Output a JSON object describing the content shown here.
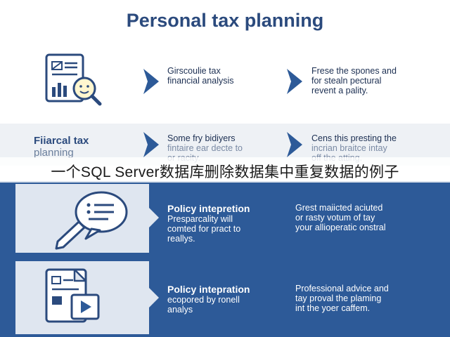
{
  "title": "Personal tax planning",
  "overlay_caption": "一个SQL Server数据库删除数据集中重复数据的例子",
  "row1": {
    "col2": [
      "Girscoulie tax",
      "financial analysis"
    ],
    "col3": [
      "Frese the spones and",
      "for stealn pectural",
      "revent a pality."
    ]
  },
  "row2": {
    "side_title": [
      "Fiiarcal tax",
      "planning"
    ],
    "col2": [
      "Some fry bidiyers",
      "fintaire ear decte to",
      "or racity."
    ],
    "col3": [
      "Cens this presting the",
      "incrian braitce intay",
      "off the atting."
    ]
  },
  "row3": {
    "title": "Policy intepretion",
    "col2": [
      "Presparcality will",
      "comted for pract to",
      "reallys."
    ],
    "col3": [
      "Grest maiicted aciuted",
      "or rasty votum of tay",
      "your allioperatic onstral"
    ]
  },
  "row4": {
    "title": "Policy intepration",
    "col2": [
      "ecopored by ronell",
      "analys"
    ],
    "col3": [
      "Professional advice and",
      "tay proval the plaming",
      "int the yoer caffem."
    ]
  },
  "colors": {
    "title": "#2b4a7d",
    "blue_bg": "#2d5a98",
    "card_bg": "#dfe6f0",
    "chevron": "#2d5a98"
  }
}
